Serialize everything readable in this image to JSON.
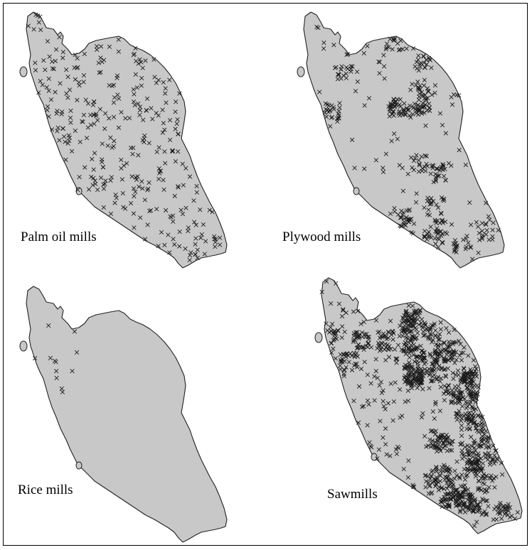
{
  "panels": [
    {
      "id": "palm",
      "label": "Palm oil mills",
      "points": 320,
      "clusters": 0,
      "spread": 0.9
    },
    {
      "id": "plywood",
      "label": "Plywood mills",
      "points": 420,
      "clusters": 18,
      "spread": 0.9
    },
    {
      "id": "rice",
      "label": "Rice mills",
      "points": 12,
      "clusters": 0,
      "spread": 0.9
    },
    {
      "id": "saw",
      "label": "Sawmills",
      "points": 1300,
      "clusters": 40,
      "spread": 0.95
    }
  ],
  "style": {
    "land_fill": "#c8c8c8",
    "outline": "#222222",
    "marker": "#1a1a1a",
    "marker_symbol": "x"
  }
}
